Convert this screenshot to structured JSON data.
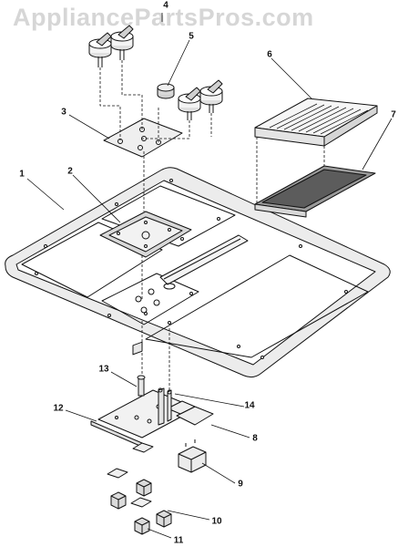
{
  "watermark": "AppliancePartsPros.com",
  "callouts": [
    "1",
    "2",
    "3",
    "4",
    "5",
    "6",
    "7",
    "8",
    "9",
    "10",
    "11",
    "12",
    "13",
    "14"
  ]
}
